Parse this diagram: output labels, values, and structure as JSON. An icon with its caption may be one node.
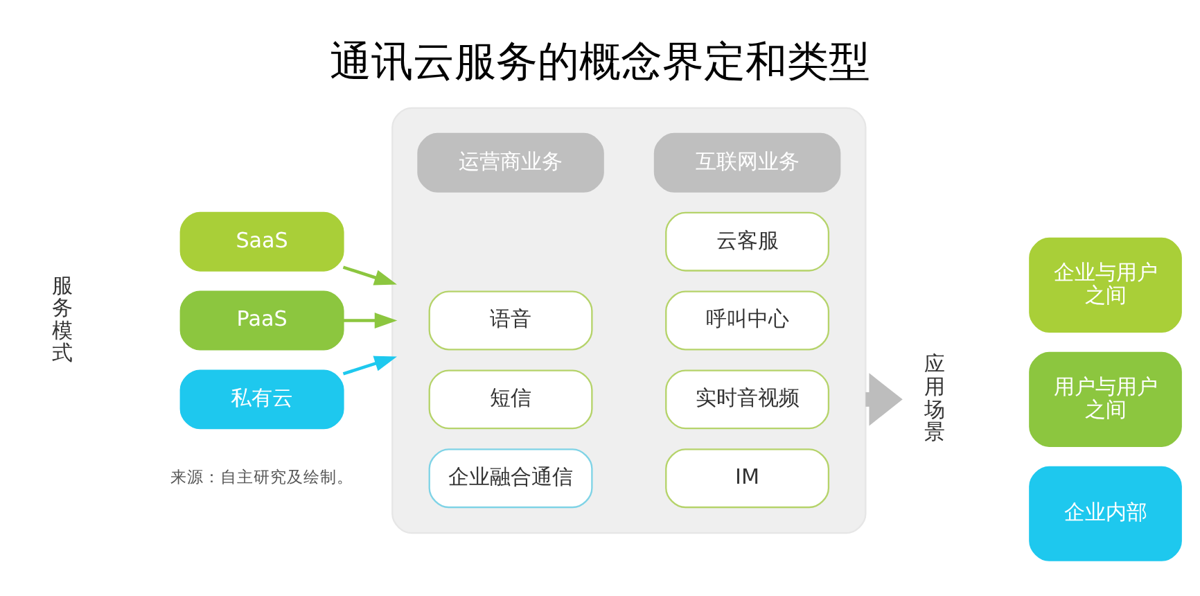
{
  "diagram": {
    "title": "通讯云服务的概念界定和类型",
    "nodes": [
      {
        "text": [
          "SaaS"
        ]
      },
      {
        "text": [
          "PaaS"
        ]
      },
      {
        "text": [
          "私有云"
        ]
      },
      {
        "text": [],
        "shape": "box"
      },
      {
        "text": [
          "运营商业务"
        ],
        "in": 3
      },
      {
        "text": [
          "互联网业务"
        ],
        "in": 3
      },
      {
        "text": [
          "云客服"
        ],
        "in": 3
      },
      {
        "text": [
          "呼叫中心"
        ],
        "in": 3
      },
      {
        "text": [
          "语音"
        ],
        "in": 3
      },
      {
        "text": [
          "实时音视频"
        ],
        "in": 3
      },
      {
        "text": [
          "短信"
        ],
        "in": 3
      },
      {
        "text": [
          "IM"
        ],
        "in": 3
      },
      {
        "text": [
          "企业融合通信"
        ],
        "in": 3
      },
      {
        "text": [
          "应用场景"
        ]
      },
      {
        "text": [
          "企业与用户之间"
        ]
      },
      {
        "text": [
          "用户与用户之间"
        ]
      },
      {
        "text": [
          "企业内部"
        ]
      }
    ],
    "edges": [
      {
        "from": 0,
        "to": 3,
        "arrow": "to"
      },
      {
        "from": 1,
        "to": 3,
        "arrow": "to"
      },
      {
        "from": 2,
        "to": 3,
        "arrow": "to",
        "color": "#1ec8ee"
      },
      {
        "from": 3,
        "to": 13,
        "arrow": "to",
        "style": "thick",
        "color": "#bdbdbd"
      }
    ],
    "labels": [
      "服务模式",
      "来源：自主研究及绘制。"
    ]
  }
}
